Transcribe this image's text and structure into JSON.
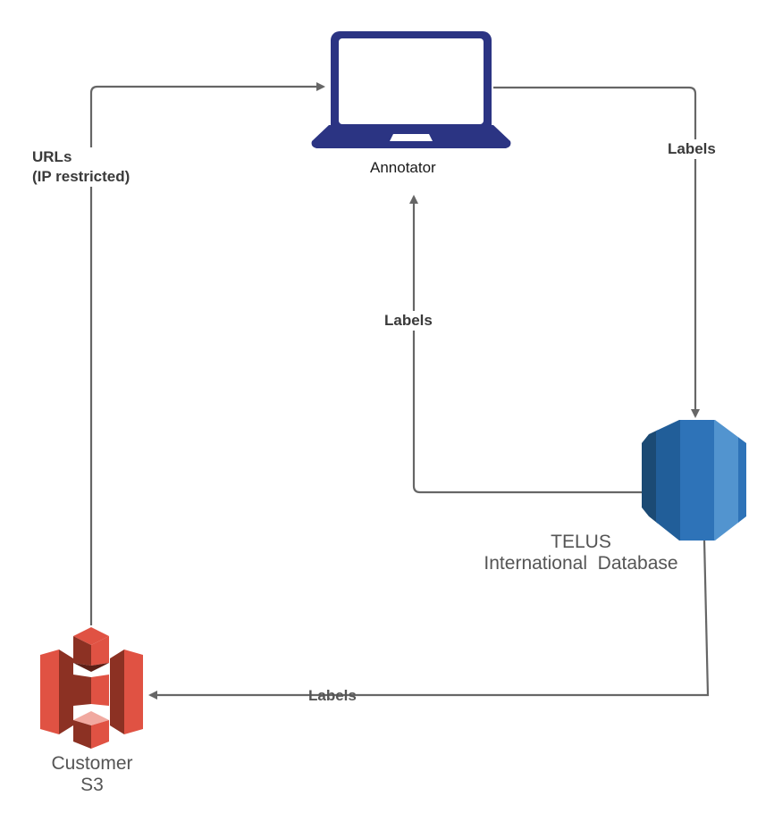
{
  "diagram": {
    "title": "",
    "colors": {
      "connector": "#666666",
      "laptop": "#2b3483",
      "database_dark": "#1b4a74",
      "database_mid_dark": "#215e99",
      "database_mid": "#2e73b8",
      "database_light": "#5294cf",
      "s3_red": "#e05243",
      "s3_dark": "#8c3123",
      "s3_light": "#f58536"
    },
    "nodes": [
      {
        "id": "annotator",
        "label": "Annotator",
        "icon": "laptop-icon"
      },
      {
        "id": "database",
        "label_line1": "TELUS",
        "label_line2": "International  Database",
        "icon": "database-icon"
      },
      {
        "id": "s3",
        "label_line1": "Customer",
        "label_line2": "S3",
        "icon": "aws-s3-bucket-icon"
      }
    ],
    "edges": [
      {
        "from": "s3",
        "to": "annotator",
        "label_line1": "URLs",
        "label_line2": "(IP restricted)"
      },
      {
        "from": "annotator",
        "to": "database",
        "label": "Labels"
      },
      {
        "from": "database",
        "to": "annotator",
        "label": "Labels"
      },
      {
        "from": "database",
        "to": "s3",
        "label": "Labels"
      }
    ]
  }
}
